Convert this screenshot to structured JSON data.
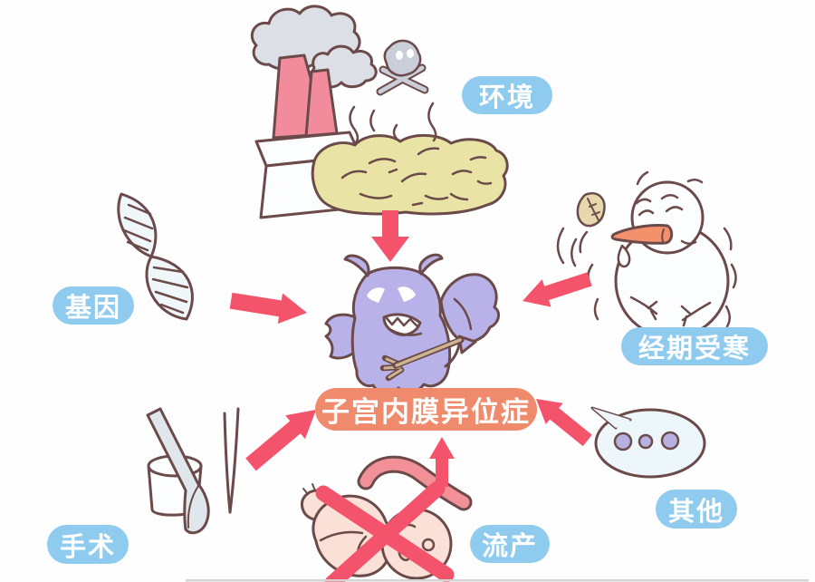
{
  "center": {
    "label": "子宫内膜异位症",
    "icon": "demon-bat-icon"
  },
  "factors": {
    "environment": {
      "label": "环境",
      "icon": "factory-pollution-icon"
    },
    "genes": {
      "label": "基因",
      "icon": "dna-helix-icon"
    },
    "menstrual_cold": {
      "label": "经期受寒",
      "icon": "shivering-snowman-icon"
    },
    "surgery": {
      "label": "手术",
      "icon": "surgical-tools-icon"
    },
    "miscarriage": {
      "label": "流产",
      "icon": "crossed-baby-icon"
    },
    "other": {
      "label": "其他",
      "icon": "speech-bubble-icon"
    }
  },
  "colors": {
    "page_bg": "#FEFEFF",
    "pill_blue": "#8FCBEE",
    "pill_orange": "#EF8A6C",
    "pill_text": "#FFFFFF",
    "arrow_red": "#F4536C",
    "outline": "#6B4A49",
    "demon_body": "#B9B2E8",
    "chimney_pink": "#F28B9B",
    "smoke_gray": "#DCE0E6",
    "waste_yellow": "#E9E4A6",
    "skull_gray": "#C9CED8",
    "skin_pink": "#FAE0D6",
    "hook_pink": "#F29097",
    "leaf_tan": "#E6D8AC",
    "bubble_blue": "#EDF6FB",
    "dot_purple": "#B7B1E2",
    "metal_gray": "#DFE7EC",
    "white_fill": "#FBFDFE",
    "nose_orange": "#F2916C"
  }
}
